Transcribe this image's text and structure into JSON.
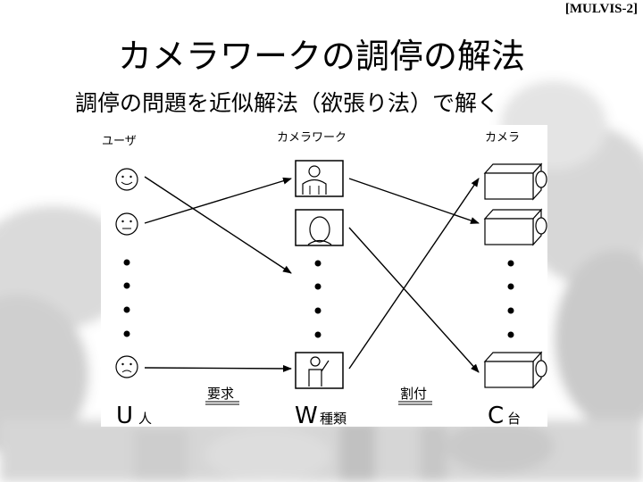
{
  "header": {
    "tag": "[MULVIS-2]",
    "title": "カメラワークの調停の解法",
    "subtitle": "調停の問題を近似解法（欲張り法）で解く"
  },
  "diagram": {
    "users_label": "ユーザ",
    "camerawork_label": "カメラワーク",
    "camera_label": "カメラ",
    "request_label": "要求",
    "assign_label": "割付",
    "users_count_letter": "U",
    "users_count_suffix": "人",
    "camerawork_count_letter": "W",
    "camerawork_count_suffix": "種類",
    "camera_count_letter": "C",
    "camera_count_suffix": "台"
  }
}
